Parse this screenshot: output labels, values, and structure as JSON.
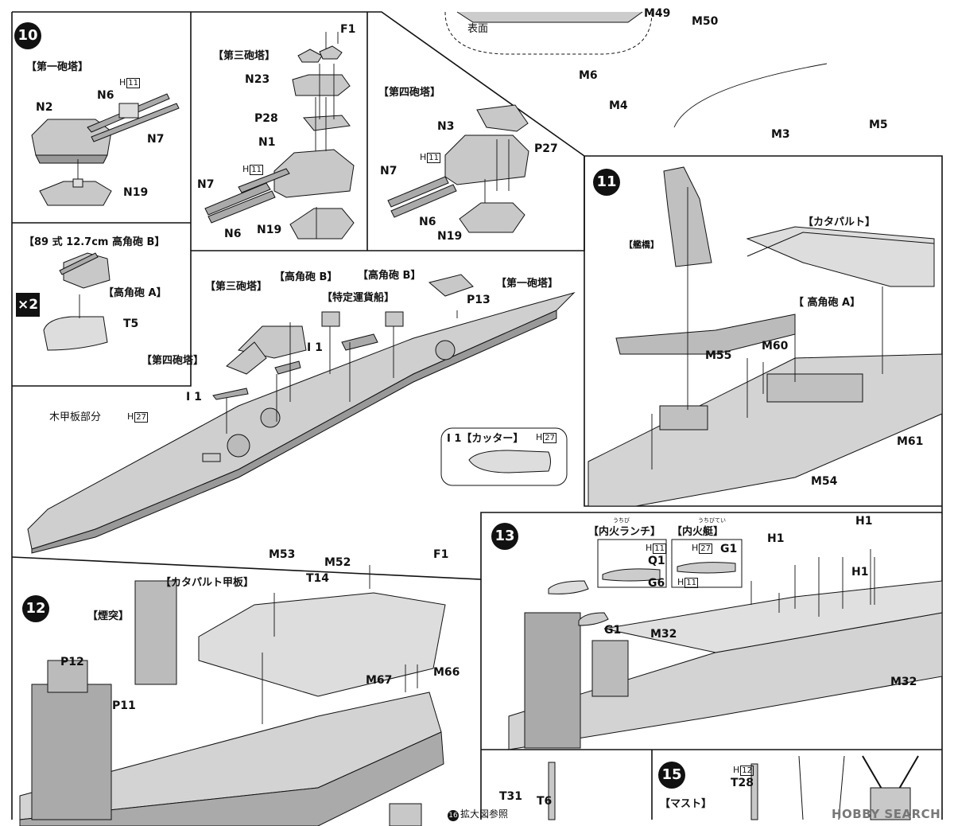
{
  "steps": {
    "s10": "10",
    "s11": "11",
    "s12": "12",
    "s13": "13",
    "s15": "15",
    "s16": "16"
  },
  "sec10": {
    "turret1": "【第一砲塔】",
    "turret3": "【第三砲塔】",
    "turret4": "【第四砲塔】",
    "aa_b": "【89 式 12.7cm 高角砲 B】",
    "aa_a": "【高角砲 A】",
    "times": "×2",
    "parts": {
      "N2": "N2",
      "N6a": "N6",
      "N7a": "N7",
      "N19a": "N19",
      "F1": "F1",
      "N23": "N23",
      "P28": "P28",
      "N1": "N1",
      "N7b": "N7",
      "N6b": "N6",
      "N19b": "N19",
      "N3": "N3",
      "P27": "P27",
      "N7c": "N7",
      "N6c": "N6",
      "N19c": "N19",
      "T5": "T5"
    }
  },
  "top": {
    "surface": "表面",
    "M49": "M49",
    "M50": "M50",
    "M6": "M6",
    "M4": "M4",
    "M3": "M3",
    "M5": "M5"
  },
  "hull": {
    "turret3": "【第三砲塔】",
    "aa_b1": "【高角砲 B】",
    "aa_b2": "【高角砲 B】",
    "turret1": "【第一砲塔】",
    "boat": "【特定運貨船】",
    "turret4": "【第四砲塔】",
    "P13": "P13",
    "I1a": "I 1",
    "I1b": "I 1",
    "wood": "木甲板部分"
  },
  "cutter": {
    "title": "I 1【カッター】"
  },
  "hmarks": {
    "h11": "11",
    "h27": "27",
    "h12": "12",
    "H": "H"
  },
  "sec11": {
    "bridge": "【艦橋】",
    "catapult": "【カタパルト】",
    "aa_a": "【 高角砲 A】",
    "M55": "M55",
    "M60": "M60",
    "M61": "M61",
    "M54": "M54"
  },
  "sec12": {
    "funnel": "【煙突】",
    "catdeck": "【カタパルト甲板】",
    "M53": "M53",
    "T14": "T14",
    "M52": "M52",
    "F1": "F1",
    "P12": "P12",
    "P11": "P11",
    "M67": "M67",
    "M66": "M66"
  },
  "sec13": {
    "launch": "【内火ランチ】",
    "launch_ruby": "うちび",
    "boat2": "【内火艇】",
    "boat2_ruby": "うちびてい",
    "Q1": "Q1",
    "G6": "G6",
    "G1a": "G1",
    "G1b": "G1",
    "H1a": "H1",
    "H1b": "H1",
    "H1c": "H1",
    "M32a": "M32",
    "M32b": "M32"
  },
  "sec15": {
    "mast": "【マスト】",
    "T28": "T28"
  },
  "sec16": {
    "T31": "T31",
    "T6": "T6",
    "ref": "拡大図参照"
  },
  "watermark": "HOBBY SEARCH"
}
